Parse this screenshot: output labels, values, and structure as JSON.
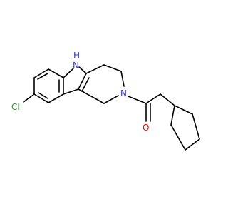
{
  "atom_labels": {
    "nh_n": "N",
    "nh_h": "H",
    "cl": "Cl",
    "n_amide": "N",
    "o": "O"
  },
  "colors": {
    "bond": "#000000",
    "nitrogen": "#3333cc",
    "chlorine": "#1fa01f",
    "oxygen": "#ff0000",
    "background": "#ffffff"
  }
}
